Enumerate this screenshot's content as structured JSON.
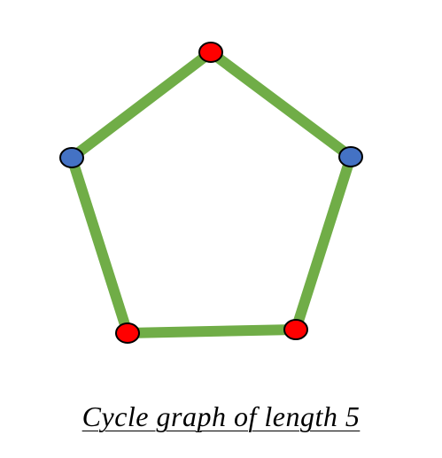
{
  "caption": "Cycle graph of length 5",
  "graph": {
    "vertices": [
      {
        "id": "top",
        "color": "#ff0000"
      },
      {
        "id": "right",
        "color": "#4472c4"
      },
      {
        "id": "bottom-right",
        "color": "#ff0000"
      },
      {
        "id": "bottom-left",
        "color": "#ff0000"
      },
      {
        "id": "left",
        "color": "#4472c4"
      }
    ],
    "edges": [
      [
        "top",
        "right"
      ],
      [
        "right",
        "bottom-right"
      ],
      [
        "bottom-right",
        "bottom-left"
      ],
      [
        "bottom-left",
        "left"
      ],
      [
        "left",
        "top"
      ]
    ],
    "edge_color": "#70ad47",
    "vertex_outline_color": "#000000"
  }
}
